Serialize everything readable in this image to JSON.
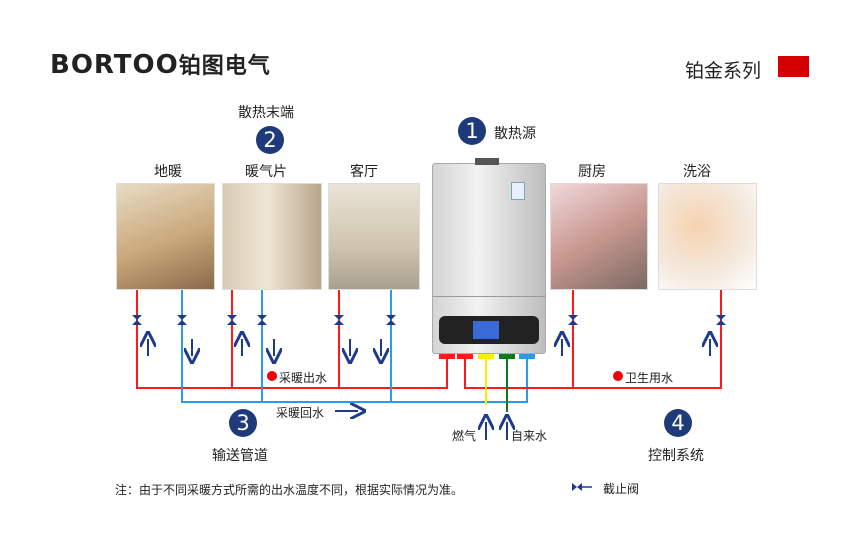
{
  "brand": {
    "logo_latin": "BORTOO",
    "logo_cn": "铂图电气",
    "series": "铂金系列",
    "accent": "#d40000"
  },
  "sections": {
    "terminal": {
      "num": "2",
      "label": "散热末端"
    },
    "source": {
      "num": "1",
      "label": "散热源"
    },
    "pipes": {
      "num": "3",
      "label": "输送管道"
    },
    "control": {
      "num": "4",
      "label": "控制系统"
    }
  },
  "rooms": [
    "地暖",
    "暖气片",
    "客厅",
    "厨房",
    "洗浴"
  ],
  "flow_labels": {
    "heating_out": "采暖出水",
    "heating_return": "采暖回水",
    "domestic": "卫生用水",
    "gas": "燃气",
    "tap_water": "自来水"
  },
  "legend": {
    "valve": "截止阀"
  },
  "note": "注：由于不同采暖方式所需的出水温度不同，根据实际情况为准。",
  "colors": {
    "hot": "#ff1a1a",
    "return": "#2a9be8",
    "gas": "#ffee00",
    "water": "#0a7a1a",
    "arrow": "#1e3a8a"
  }
}
